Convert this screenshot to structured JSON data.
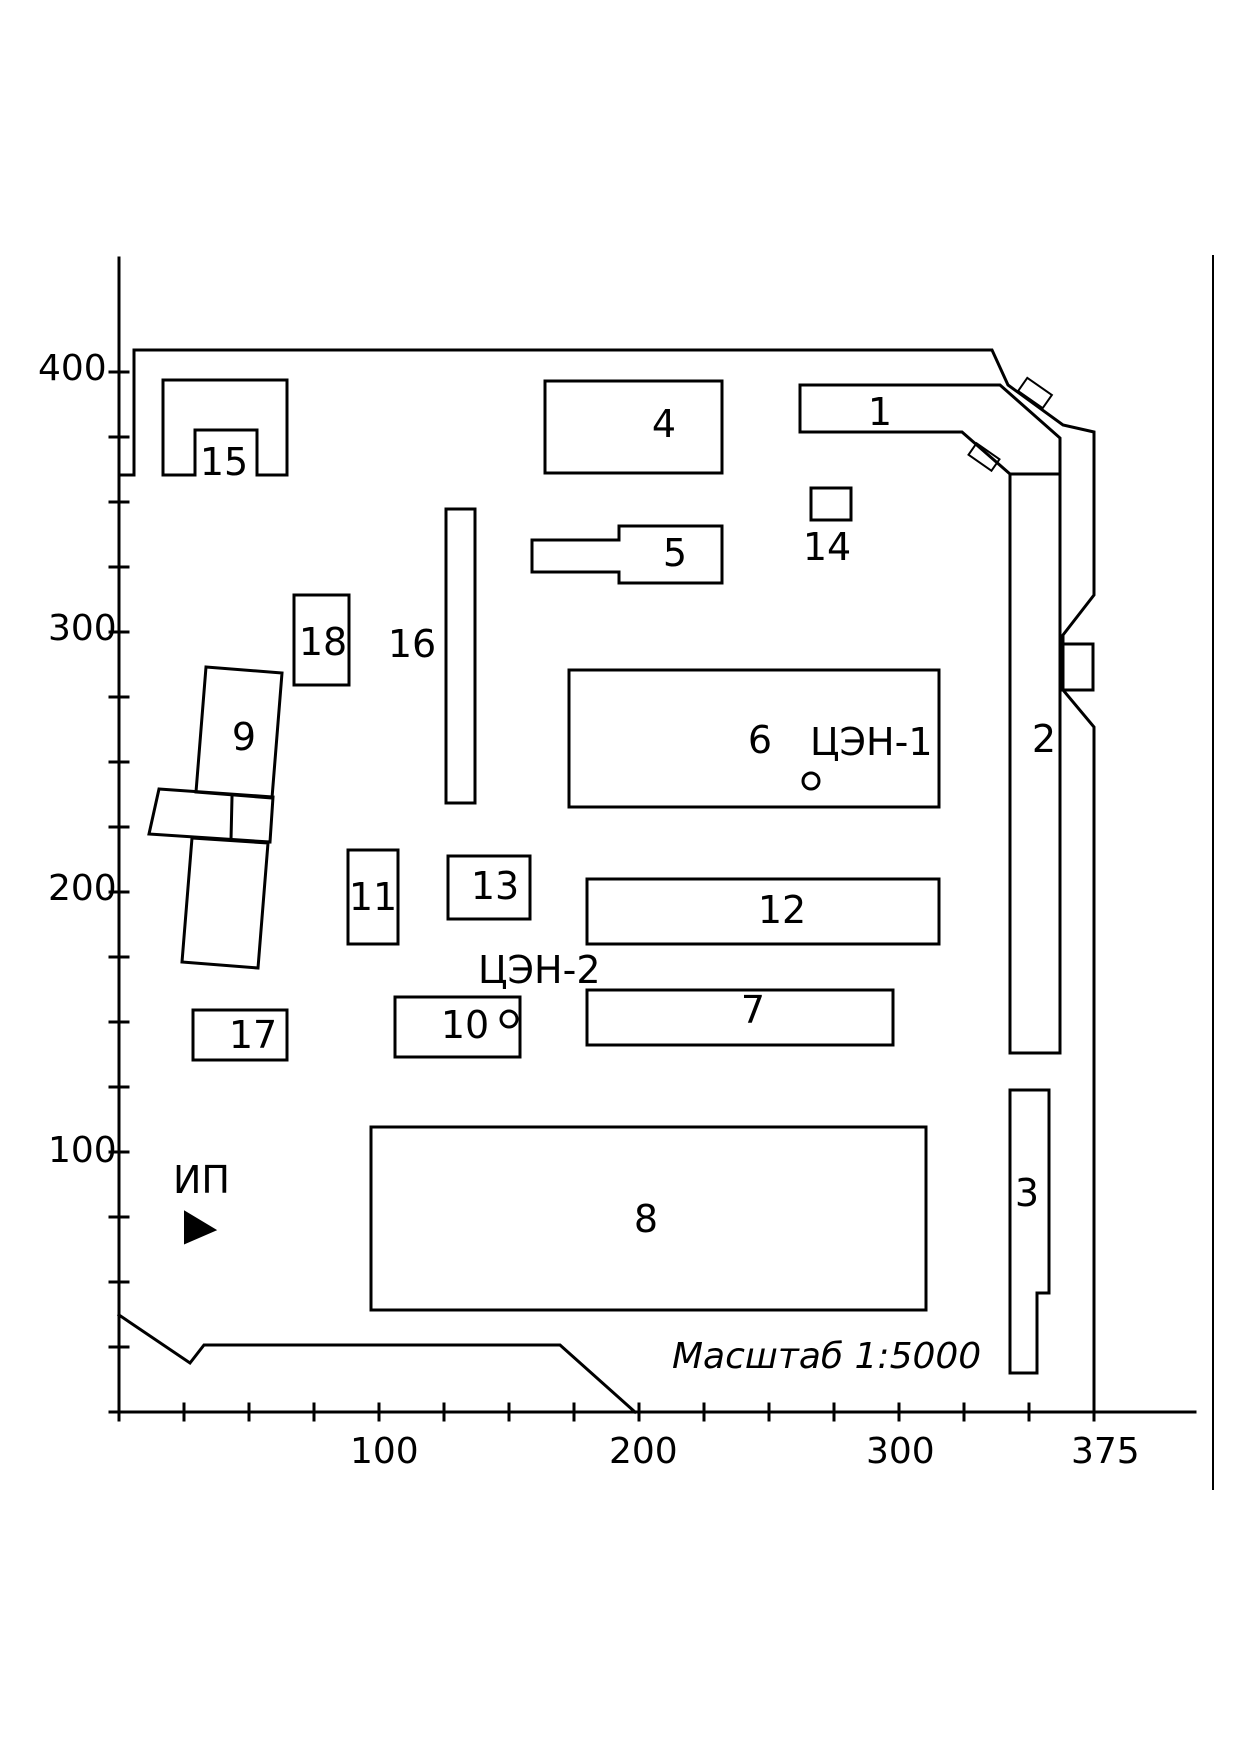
{
  "map": {
    "scale_text": "Масштаб 1:5000",
    "x_axis_ticks": [
      "100",
      "200",
      "300",
      "375"
    ],
    "y_axis_ticks": [
      "400",
      "300",
      "200",
      "100"
    ],
    "point_labels": {
      "ip": "ИП",
      "cen1": "ЦЭН-1",
      "cen2": "ЦЭН-2"
    },
    "buildings": [
      {
        "id": "1",
        "label": "1"
      },
      {
        "id": "2",
        "label": "2"
      },
      {
        "id": "3",
        "label": "3"
      },
      {
        "id": "4",
        "label": "4"
      },
      {
        "id": "5",
        "label": "5"
      },
      {
        "id": "6",
        "label": "6"
      },
      {
        "id": "7",
        "label": "7"
      },
      {
        "id": "8",
        "label": "8"
      },
      {
        "id": "9",
        "label": "9"
      },
      {
        "id": "10",
        "label": "10"
      },
      {
        "id": "11",
        "label": "11"
      },
      {
        "id": "12",
        "label": "12"
      },
      {
        "id": "13",
        "label": "13"
      },
      {
        "id": "14",
        "label": "14"
      },
      {
        "id": "15",
        "label": "15"
      },
      {
        "id": "16",
        "label": "16"
      },
      {
        "id": "17",
        "label": "17"
      },
      {
        "id": "18",
        "label": "18"
      }
    ]
  }
}
